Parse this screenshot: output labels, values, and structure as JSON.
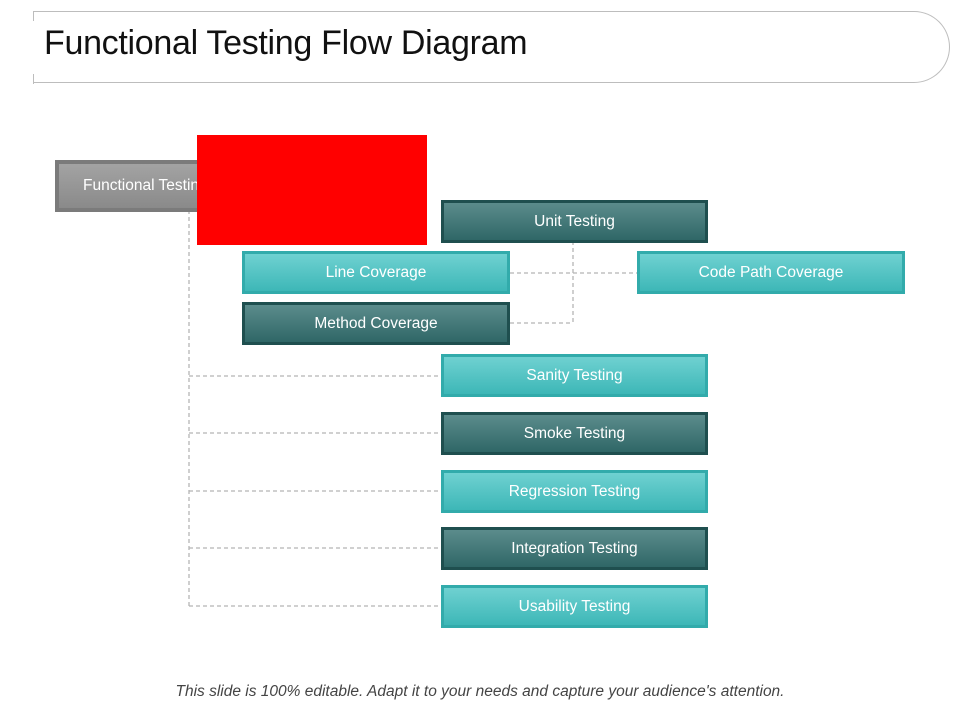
{
  "title": "Functional Testing Flow Diagram",
  "root": {
    "label": "Functional Testing"
  },
  "unit_testing": {
    "label": "Unit Testing"
  },
  "coverage": {
    "line": "Line Coverage",
    "method": "Method Coverage",
    "code_path": "Code Path Coverage"
  },
  "tests": [
    {
      "label": "Sanity Testing",
      "style": "light"
    },
    {
      "label": "Smoke Testing",
      "style": "dark"
    },
    {
      "label": "Regression Testing",
      "style": "light"
    },
    {
      "label": "Integration  Testing",
      "style": "dark"
    },
    {
      "label": "Usability Testing",
      "style": "light"
    }
  ],
  "colors": {
    "light_node": "#3db7b7",
    "dark_node": "#2f6767",
    "root_node": "#8a8a8a",
    "overlay": "#ff0000",
    "connector": "#b5b5b5"
  },
  "footer": "This slide is 100% editable. Adapt it to your needs and capture your audience's attention."
}
